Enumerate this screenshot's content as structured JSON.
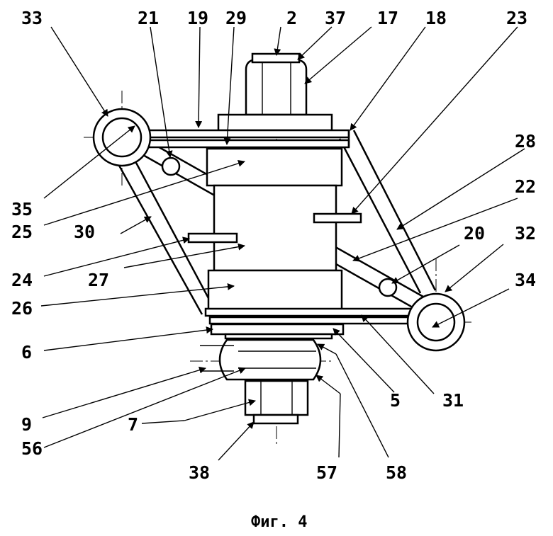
{
  "caption": "Фиг. 4",
  "labels": {
    "n33": "33",
    "n21": "21",
    "n19": "19",
    "n29": "29",
    "n2": "2",
    "n37": "37",
    "n17": "17",
    "n18": "18",
    "n23": "23",
    "n28": "28",
    "n22": "22",
    "n20": "20",
    "n32": "32",
    "n34": "34",
    "n35": "35",
    "n25": "25",
    "n30": "30",
    "n24": "24",
    "n27": "27",
    "n26": "26",
    "n6": "6",
    "n5": "5",
    "n31": "31",
    "n9": "9",
    "n7": "7",
    "n56": "56",
    "n38": "38",
    "n57": "57",
    "n58": "58"
  }
}
